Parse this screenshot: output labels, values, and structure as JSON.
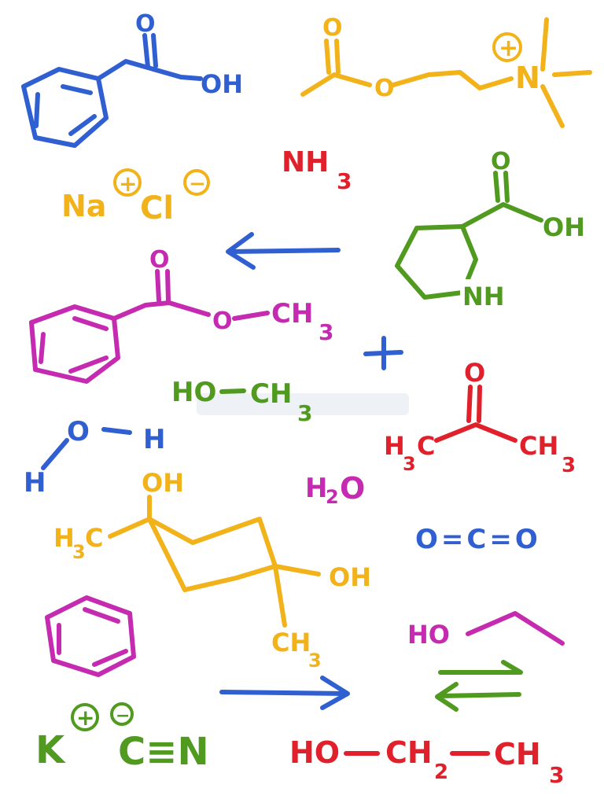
{
  "colors": {
    "blue": "#2f5fd0",
    "yellow": "#f2b21a",
    "red": "#e0202a",
    "green": "#4f9a1f",
    "magenta": "#c52bb0"
  },
  "labels": {
    "benzoic_oh": "OH",
    "benzoic_o": "O",
    "acetylcholine_o_top": "O",
    "acetylcholine_o_ester": "O",
    "acetylcholine_n": "N",
    "acetylcholine_plus": "+",
    "nh3": "NH",
    "nh3_sub": "3",
    "nacl_na": "Na",
    "nacl_plus": "+",
    "nacl_cl": "Cl",
    "nacl_minus": "−",
    "proline_o": "O",
    "proline_oh": "OH",
    "proline_nh": "NH",
    "ester_o_top": "O",
    "ester_o": "O",
    "ester_ch": "CH",
    "ester_sub": "3",
    "plus_sign": "+",
    "methanol_ho": "HO",
    "methanol_ch": "CH",
    "methanol_sub": "3",
    "water_h1": "H",
    "water_o": "O",
    "water_h2": "H",
    "acetone_o": "O",
    "acetone_h": "H",
    "acetone_h_sub": "3",
    "acetone_c_left": "C",
    "acetone_ch": "CH",
    "acetone_sub": "3",
    "h2o_h": "H",
    "h2o_sub": "2",
    "h2o_o": "O",
    "cyclo_oh_top": "OH",
    "cyclo_h": "H",
    "cyclo_h_sub": "3",
    "cyclo_c": "C",
    "cyclo_oh_right": "OH",
    "cyclo_ch": "CH",
    "cyclo_sub": "3",
    "co2": "O=C=O",
    "ethanol_ho": "HO",
    "kcn_k": "K",
    "kcn_plus": "+",
    "kcn_minus": "−",
    "kcn_cn": "C≡N",
    "ethanol_full_ho": "HO",
    "ethanol_full_ch2": "CH",
    "ethanol_full_sub2": "2",
    "ethanol_full_ch3": "CH",
    "ethanol_full_sub3": "3"
  }
}
